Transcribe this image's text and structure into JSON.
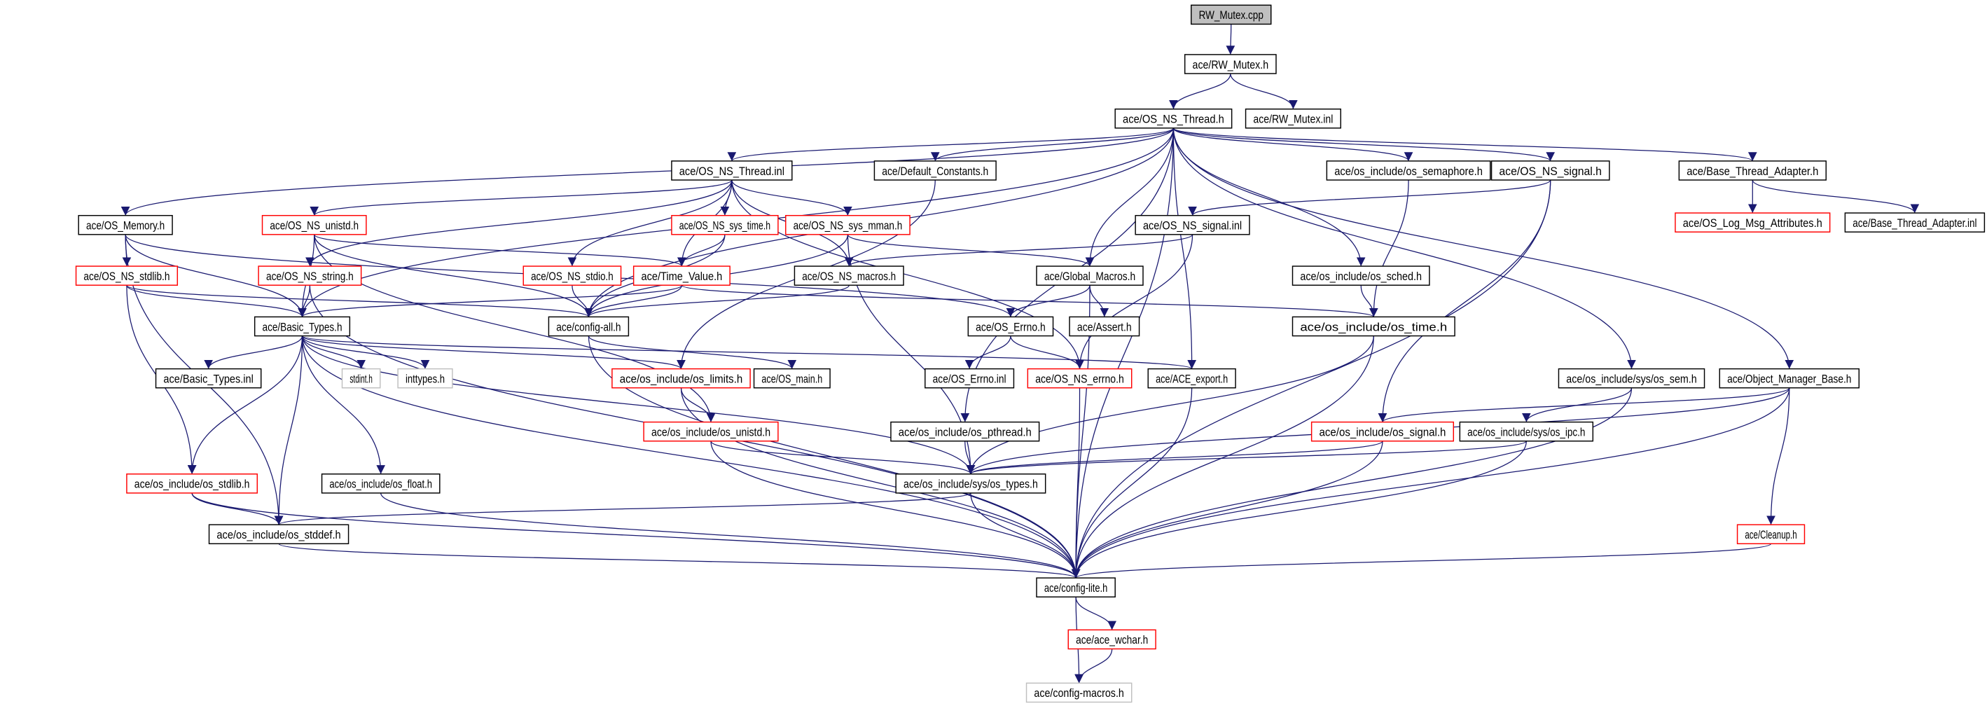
{
  "colors": {
    "edge": "#191970",
    "root_fill": "#bfbfbf",
    "normal_border": "#000000",
    "truncated_border": "#ff0000",
    "external_border": "#bfbfbf",
    "external_text": "#555555"
  },
  "nodes": [
    {
      "id": "rw_mutex_cpp",
      "label": "RW_Mutex.cpp",
      "kind": "root"
    },
    {
      "id": "rw_mutex_h",
      "label": "ace/RW_Mutex.h",
      "kind": "normal"
    },
    {
      "id": "os_ns_thread_h",
      "label": "ace/OS_NS_Thread.h",
      "kind": "normal"
    },
    {
      "id": "rw_mutex_inl",
      "label": "ace/RW_Mutex.inl",
      "kind": "normal"
    },
    {
      "id": "os_memory_h",
      "label": "ace/OS_Memory.h",
      "kind": "normal"
    },
    {
      "id": "os_ns_thread_inl",
      "label": "ace/OS_NS_Thread.inl",
      "kind": "normal"
    },
    {
      "id": "default_constants_h",
      "label": "ace/Default_Constants.h",
      "kind": "normal"
    },
    {
      "id": "os_semaphore_h",
      "label": "ace/os_include/os_semaphore.h",
      "kind": "normal"
    },
    {
      "id": "os_ns_signal_h",
      "label": "ace/OS_NS_signal.h",
      "kind": "normal"
    },
    {
      "id": "base_thread_adapter_h",
      "label": "ace/Base_Thread_Adapter.h",
      "kind": "normal"
    },
    {
      "id": "os_log_msg_attributes_h",
      "label": "ace/OS_Log_Msg_Attributes.h",
      "kind": "truncated"
    },
    {
      "id": "base_thread_adapter_inl",
      "label": "ace/Base_Thread_Adapter.inl",
      "kind": "normal"
    },
    {
      "id": "os_ns_unistd_h",
      "label": "ace/OS_NS_unistd.h",
      "kind": "truncated"
    },
    {
      "id": "os_ns_sys_time_h",
      "label": "ace/OS_NS_sys_time.h",
      "kind": "truncated"
    },
    {
      "id": "os_ns_sys_mman_h",
      "label": "ace/OS_NS_sys_mman.h",
      "kind": "truncated"
    },
    {
      "id": "os_ns_signal_inl",
      "label": "ace/OS_NS_signal.inl",
      "kind": "normal"
    },
    {
      "id": "os_ns_stdlib_h",
      "label": "ace/OS_NS_stdlib.h",
      "kind": "truncated"
    },
    {
      "id": "os_ns_string_h",
      "label": "ace/OS_NS_string.h",
      "kind": "truncated"
    },
    {
      "id": "os_ns_stdio_h",
      "label": "ace/OS_NS_stdio.h",
      "kind": "truncated"
    },
    {
      "id": "time_value_h",
      "label": "ace/Time_Value.h",
      "kind": "truncated"
    },
    {
      "id": "os_ns_macros_h",
      "label": "ace/OS_NS_macros.h",
      "kind": "normal"
    },
    {
      "id": "global_macros_h",
      "label": "ace/Global_Macros.h",
      "kind": "normal"
    },
    {
      "id": "os_sched_h",
      "label": "ace/os_include/os_sched.h",
      "kind": "normal"
    },
    {
      "id": "basic_types_h",
      "label": "ace/Basic_Types.h",
      "kind": "normal"
    },
    {
      "id": "config_all_h",
      "label": "ace/config-all.h",
      "kind": "normal"
    },
    {
      "id": "os_errno_h",
      "label": "ace/OS_Errno.h",
      "kind": "normal"
    },
    {
      "id": "assert_h",
      "label": "ace/Assert.h",
      "kind": "normal"
    },
    {
      "id": "os_time_h",
      "label": "ace/os_include/os_time.h",
      "kind": "normal"
    },
    {
      "id": "basic_types_inl",
      "label": "ace/Basic_Types.inl",
      "kind": "normal"
    },
    {
      "id": "stdint_h",
      "label": "stdint.h",
      "kind": "external"
    },
    {
      "id": "inttypes_h",
      "label": "inttypes.h",
      "kind": "external"
    },
    {
      "id": "os_limits_h",
      "label": "ace/os_include/os_limits.h",
      "kind": "truncated"
    },
    {
      "id": "os_main_h",
      "label": "ace/OS_main.h",
      "kind": "normal"
    },
    {
      "id": "os_errno_inl",
      "label": "ace/OS_Errno.inl",
      "kind": "normal"
    },
    {
      "id": "os_ns_errno_h",
      "label": "ace/OS_NS_errno.h",
      "kind": "truncated"
    },
    {
      "id": "ace_export_h",
      "label": "ace/ACE_export.h",
      "kind": "normal"
    },
    {
      "id": "sys_os_sem_h",
      "label": "ace/os_include/sys/os_sem.h",
      "kind": "normal"
    },
    {
      "id": "object_manager_base_h",
      "label": "ace/Object_Manager_Base.h",
      "kind": "normal"
    },
    {
      "id": "os_unistd_h",
      "label": "ace/os_include/os_unistd.h",
      "kind": "truncated"
    },
    {
      "id": "os_pthread_h",
      "label": "ace/os_include/os_pthread.h",
      "kind": "normal"
    },
    {
      "id": "os_signal_h",
      "label": "ace/os_include/os_signal.h",
      "kind": "truncated"
    },
    {
      "id": "sys_os_ipc_h",
      "label": "ace/os_include/sys/os_ipc.h",
      "kind": "normal"
    },
    {
      "id": "os_stdlib_h",
      "label": "ace/os_include/os_stdlib.h",
      "kind": "truncated"
    },
    {
      "id": "os_float_h",
      "label": "ace/os_include/os_float.h",
      "kind": "normal"
    },
    {
      "id": "sys_os_types_h",
      "label": "ace/os_include/sys/os_types.h",
      "kind": "normal"
    },
    {
      "id": "os_stddef_h",
      "label": "ace/os_include/os_stddef.h",
      "kind": "normal"
    },
    {
      "id": "cleanup_h",
      "label": "ace/Cleanup.h",
      "kind": "truncated"
    },
    {
      "id": "config_lite_h",
      "label": "ace/config-lite.h",
      "kind": "normal"
    },
    {
      "id": "ace_wchar_h",
      "label": "ace/ace_wchar.h",
      "kind": "truncated"
    },
    {
      "id": "config_macros_h",
      "label": "ace/config-macros.h",
      "kind": "external"
    }
  ],
  "edges": [
    [
      "rw_mutex_cpp",
      "rw_mutex_h"
    ],
    [
      "rw_mutex_h",
      "os_ns_thread_h"
    ],
    [
      "rw_mutex_h",
      "rw_mutex_inl"
    ],
    [
      "os_ns_thread_h",
      "os_memory_h"
    ],
    [
      "os_ns_thread_h",
      "os_ns_thread_inl"
    ],
    [
      "os_ns_thread_h",
      "default_constants_h"
    ],
    [
      "os_ns_thread_h",
      "os_semaphore_h"
    ],
    [
      "os_ns_thread_h",
      "os_ns_signal_h"
    ],
    [
      "os_ns_thread_h",
      "base_thread_adapter_h"
    ],
    [
      "os_ns_thread_h",
      "global_macros_h"
    ],
    [
      "os_ns_thread_h",
      "os_sched_h"
    ],
    [
      "os_ns_thread_h",
      "ace_export_h"
    ],
    [
      "os_ns_thread_h",
      "sys_os_sem_h"
    ],
    [
      "os_ns_thread_h",
      "object_manager_base_h"
    ],
    [
      "os_ns_thread_h",
      "basic_types_h"
    ],
    [
      "os_ns_thread_h",
      "config_all_h"
    ],
    [
      "os_ns_thread_h",
      "os_pthread_h"
    ],
    [
      "os_ns_thread_h",
      "config_lite_h"
    ],
    [
      "os_ns_thread_inl",
      "os_ns_unistd_h"
    ],
    [
      "os_ns_thread_inl",
      "os_ns_string_h"
    ],
    [
      "os_ns_thread_inl",
      "os_ns_sys_time_h"
    ],
    [
      "os_ns_thread_inl",
      "os_ns_sys_mman_h"
    ],
    [
      "os_ns_thread_inl",
      "os_ns_stdio_h"
    ],
    [
      "os_ns_thread_inl",
      "time_value_h"
    ],
    [
      "os_ns_thread_inl",
      "os_ns_macros_h"
    ],
    [
      "os_ns_thread_inl",
      "os_ns_errno_h"
    ],
    [
      "default_constants_h",
      "os_limits_h"
    ],
    [
      "os_memory_h",
      "os_ns_stdlib_h"
    ],
    [
      "os_memory_h",
      "basic_types_h"
    ],
    [
      "os_memory_h",
      "os_errno_h"
    ],
    [
      "os_memory_h",
      "os_stddef_h"
    ],
    [
      "os_ns_unistd_h",
      "basic_types_h"
    ],
    [
      "os_ns_unistd_h",
      "config_all_h"
    ],
    [
      "os_ns_unistd_h",
      "time_value_h"
    ],
    [
      "os_ns_unistd_h",
      "os_unistd_h"
    ],
    [
      "os_ns_stdlib_h",
      "basic_types_h"
    ],
    [
      "os_ns_stdlib_h",
      "config_all_h"
    ],
    [
      "os_ns_stdlib_h",
      "os_stdlib_h"
    ],
    [
      "os_ns_string_h",
      "basic_types_h"
    ],
    [
      "os_ns_string_h",
      "config_lite_h"
    ],
    [
      "os_ns_stdio_h",
      "config_all_h"
    ],
    [
      "time_value_h",
      "basic_types_h"
    ],
    [
      "time_value_h",
      "config_all_h"
    ],
    [
      "time_value_h",
      "os_time_h"
    ],
    [
      "os_ns_sys_time_h",
      "time_value_h"
    ],
    [
      "os_ns_sys_time_h",
      "config_all_h"
    ],
    [
      "os_ns_sys_mman_h",
      "global_macros_h"
    ],
    [
      "os_ns_sys_mman_h",
      "config_all_h"
    ],
    [
      "os_ns_sys_mman_h",
      "sys_os_types_h"
    ],
    [
      "os_ns_macros_h",
      "config_all_h"
    ],
    [
      "global_macros_h",
      "os_errno_h"
    ],
    [
      "global_macros_h",
      "assert_h"
    ],
    [
      "global_macros_h",
      "config_lite_h"
    ],
    [
      "os_ns_signal_h",
      "os_ns_signal_inl"
    ],
    [
      "os_ns_signal_h",
      "os_signal_h"
    ],
    [
      "os_ns_signal_h",
      "config_lite_h"
    ],
    [
      "os_ns_signal_inl",
      "os_ns_macros_h"
    ],
    [
      "os_ns_signal_inl",
      "os_ns_errno_h"
    ],
    [
      "os_semaphore_h",
      "os_time_h"
    ],
    [
      "os_sched_h",
      "os_time_h"
    ],
    [
      "base_thread_adapter_h",
      "os_log_msg_attributes_h"
    ],
    [
      "base_thread_adapter_h",
      "base_thread_adapter_inl"
    ],
    [
      "basic_types_h",
      "basic_types_inl"
    ],
    [
      "basic_types_h",
      "stdint_h"
    ],
    [
      "basic_types_h",
      "inttypes_h"
    ],
    [
      "basic_types_h",
      "os_limits_h"
    ],
    [
      "basic_types_h",
      "ace_export_h"
    ],
    [
      "basic_types_h",
      "os_stdlib_h"
    ],
    [
      "basic_types_h",
      "os_float_h"
    ],
    [
      "basic_types_h",
      "os_stddef_h"
    ],
    [
      "basic_types_h",
      "sys_os_types_h"
    ],
    [
      "basic_types_h",
      "config_lite_h"
    ],
    [
      "config_all_h",
      "os_main_h"
    ],
    [
      "config_all_h",
      "config_lite_h"
    ],
    [
      "os_errno_h",
      "os_errno_inl"
    ],
    [
      "os_errno_h",
      "os_ns_errno_h"
    ],
    [
      "os_time_h",
      "sys_os_types_h"
    ],
    [
      "os_time_h",
      "config_lite_h"
    ],
    [
      "os_limits_h",
      "os_unistd_h"
    ],
    [
      "os_limits_h",
      "config_lite_h"
    ],
    [
      "os_ns_errno_h",
      "config_lite_h"
    ],
    [
      "ace_export_h",
      "config_lite_h"
    ],
    [
      "sys_os_sem_h",
      "sys_os_ipc_h"
    ],
    [
      "sys_os_sem_h",
      "config_lite_h"
    ],
    [
      "object_manager_base_h",
      "os_signal_h"
    ],
    [
      "object_manager_base_h",
      "sys_os_types_h"
    ],
    [
      "object_manager_base_h",
      "cleanup_h"
    ],
    [
      "object_manager_base_h",
      "config_lite_h"
    ],
    [
      "os_unistd_h",
      "sys_os_types_h"
    ],
    [
      "os_unistd_h",
      "config_lite_h"
    ],
    [
      "os_pthread_h",
      "sys_os_types_h"
    ],
    [
      "os_signal_h",
      "sys_os_types_h"
    ],
    [
      "os_signal_h",
      "config_lite_h"
    ],
    [
      "sys_os_ipc_h",
      "sys_os_types_h"
    ],
    [
      "sys_os_ipc_h",
      "config_lite_h"
    ],
    [
      "os_stdlib_h",
      "os_stddef_h"
    ],
    [
      "os_stdlib_h",
      "config_lite_h"
    ],
    [
      "os_float_h",
      "config_lite_h"
    ],
    [
      "sys_os_types_h",
      "os_stddef_h"
    ],
    [
      "sys_os_types_h",
      "config_lite_h"
    ],
    [
      "os_stddef_h",
      "config_lite_h"
    ],
    [
      "cleanup_h",
      "config_lite_h"
    ],
    [
      "config_lite_h",
      "ace_wchar_h"
    ],
    [
      "config_lite_h",
      "config_macros_h"
    ],
    [
      "ace_wchar_h",
      "config_macros_h"
    ]
  ]
}
